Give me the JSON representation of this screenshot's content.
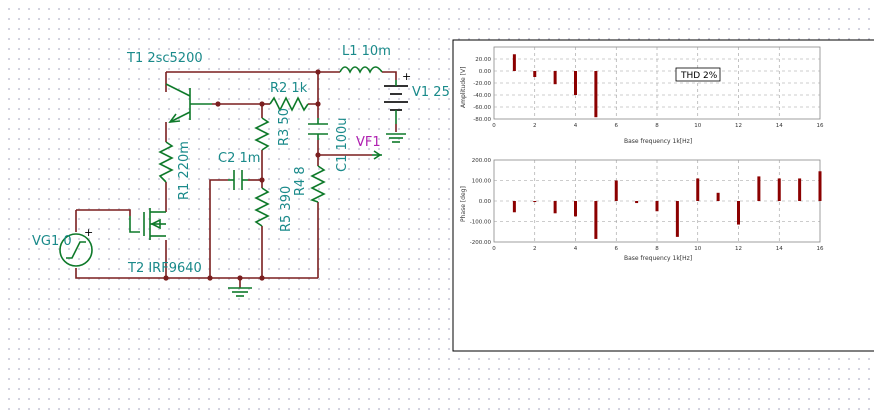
{
  "schematic": {
    "labels": {
      "t1": "T1 2sc5200",
      "l1": "L1 10m",
      "r2": "R2 1k",
      "v1": "V1 25",
      "r3": "R3 50",
      "c1": "C1 100u",
      "vf1": "VF1",
      "c2": "C2 1m",
      "r1": "R1 220m",
      "r4": "R4 8",
      "r5": "R5 390",
      "vg1": "VG1 0",
      "t2": "T2 IRF9640",
      "plus": "+"
    },
    "colors": {
      "wire": "#7a1f1f",
      "component": "#0f7a2a",
      "label": "#1a8a8a",
      "probe": "#b020b0"
    }
  },
  "chart_data": [
    {
      "type": "bar",
      "title": "",
      "xlabel": "Base frequency 1k[Hz]",
      "ylabel": "Amplitude [V]",
      "xlim": [
        0,
        16
      ],
      "ylim": [
        -80,
        40
      ],
      "xticks": [
        "0",
        "2",
        "4",
        "6",
        "8",
        "10",
        "12",
        "14",
        "16"
      ],
      "yticks": [
        "20.00",
        "0.00",
        "-20.00",
        "-40.00",
        "-60.00",
        "-80.00"
      ],
      "annotation": "THD 2%",
      "x": [
        1,
        2,
        3,
        4,
        5
      ],
      "values": [
        27.9,
        -10,
        -22,
        -40,
        -77
      ]
    },
    {
      "type": "bar",
      "title": "",
      "xlabel": "Base frequency 1k[Hz]",
      "ylabel": "Phase [deg]",
      "xlim": [
        0,
        16
      ],
      "ylim": [
        -200,
        200
      ],
      "xticks": [
        "0",
        "2",
        "4",
        "6",
        "8",
        "10",
        "12",
        "14",
        "16"
      ],
      "yticks": [
        "200.00",
        "100.00",
        "0.00",
        "-100.00",
        "-200.00"
      ],
      "x": [
        1,
        2,
        3,
        4,
        5,
        6,
        7,
        8,
        9,
        10,
        11,
        12,
        13,
        14,
        15,
        16
      ],
      "values": [
        -55,
        -5,
        -60,
        -75,
        -185,
        100,
        -10,
        -50,
        -175,
        110,
        40,
        -115,
        120,
        110,
        110,
        145
      ]
    }
  ]
}
